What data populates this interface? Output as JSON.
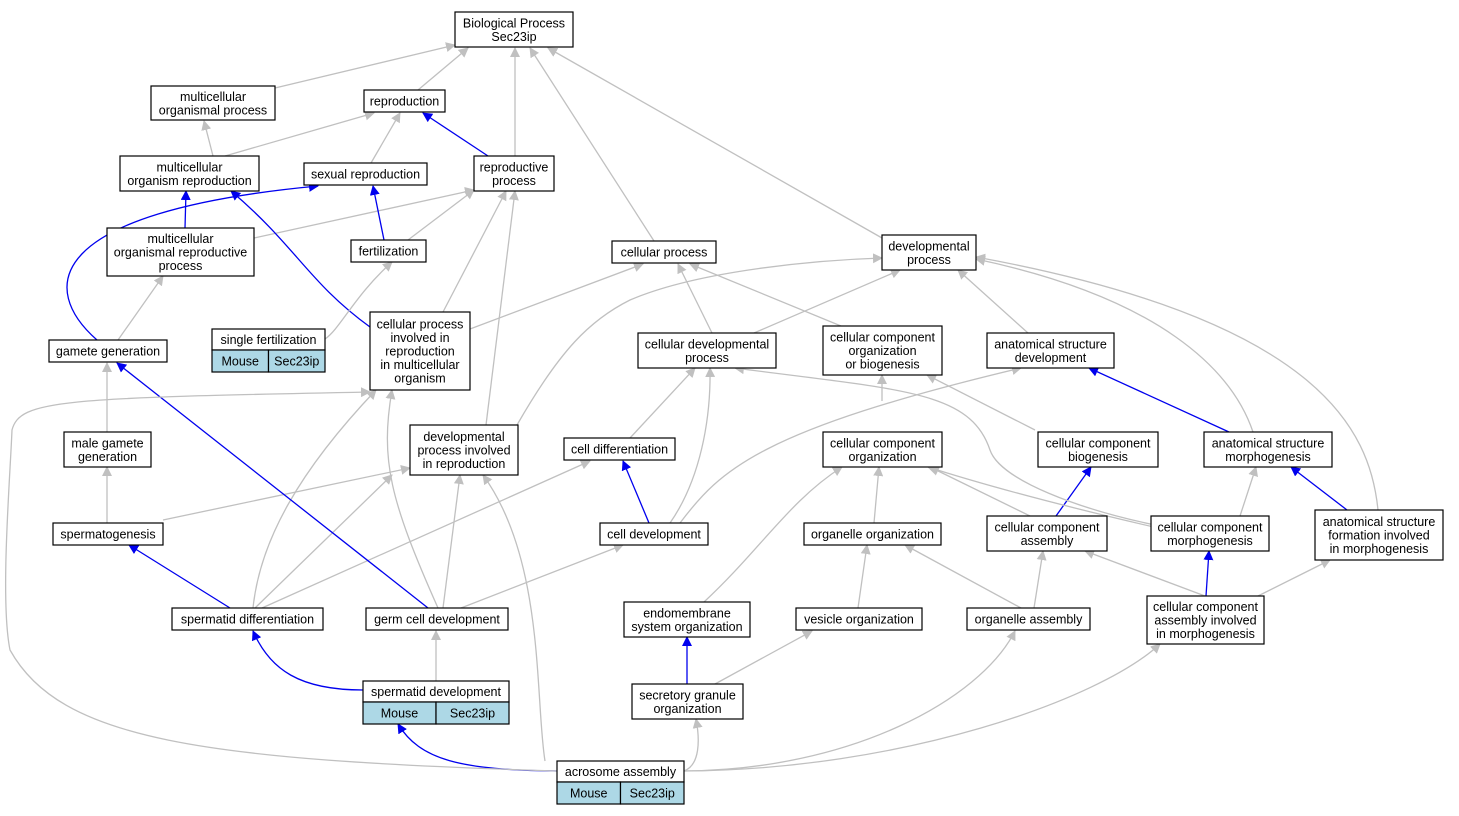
{
  "colors": {
    "is_a_edge": "#c0c0c0",
    "part_of_edge": "#0000ee",
    "node_fill": "#ffffff",
    "annotation_fill": "#add8e6",
    "border": "#000000"
  },
  "nodes": [
    {
      "id": "bp",
      "lines": [
        "Biological Process",
        "Sec23ip"
      ]
    },
    {
      "id": "mop",
      "lines": [
        "multicellular",
        "organismal process"
      ]
    },
    {
      "id": "repro",
      "lines": [
        "reproduction"
      ]
    },
    {
      "id": "mor",
      "lines": [
        "multicellular",
        "organism reproduction"
      ]
    },
    {
      "id": "sexrep",
      "lines": [
        "sexual reproduction"
      ]
    },
    {
      "id": "rp",
      "lines": [
        "reproductive",
        "process"
      ]
    },
    {
      "id": "morp",
      "lines": [
        "multicellular",
        "organismal reproductive",
        "process"
      ]
    },
    {
      "id": "fert",
      "lines": [
        "fertilization"
      ]
    },
    {
      "id": "cp",
      "lines": [
        "cellular process"
      ]
    },
    {
      "id": "dp",
      "lines": [
        "developmental",
        "process"
      ]
    },
    {
      "id": "sfert",
      "lines": [
        "single fertilization"
      ],
      "annotation": [
        "Mouse",
        "Sec23ip"
      ]
    },
    {
      "id": "gg",
      "lines": [
        "gamete generation"
      ]
    },
    {
      "id": "cpir",
      "lines": [
        "cellular process",
        "involved in",
        "reproduction",
        "in multicellular",
        "organism"
      ]
    },
    {
      "id": "cdp",
      "lines": [
        "cellular developmental",
        "process"
      ]
    },
    {
      "id": "ccob",
      "lines": [
        "cellular component",
        "organization",
        "or biogenesis"
      ]
    },
    {
      "id": "asd",
      "lines": [
        "anatomical structure",
        "development"
      ]
    },
    {
      "id": "mgg",
      "lines": [
        "male gamete",
        "generation"
      ]
    },
    {
      "id": "dpir",
      "lines": [
        "developmental",
        "process involved",
        "in reproduction"
      ]
    },
    {
      "id": "cdiff",
      "lines": [
        "cell differentiation"
      ]
    },
    {
      "id": "cco",
      "lines": [
        "cellular component",
        "organization"
      ]
    },
    {
      "id": "ccb",
      "lines": [
        "cellular component",
        "biogenesis"
      ]
    },
    {
      "id": "asm",
      "lines": [
        "anatomical structure",
        "morphogenesis"
      ]
    },
    {
      "id": "sperm",
      "lines": [
        "spermatogenesis"
      ]
    },
    {
      "id": "celldev",
      "lines": [
        "cell development"
      ]
    },
    {
      "id": "orgorg",
      "lines": [
        "organelle organization"
      ]
    },
    {
      "id": "cca",
      "lines": [
        "cellular component",
        "assembly"
      ]
    },
    {
      "id": "ccm",
      "lines": [
        "cellular component",
        "morphogenesis"
      ]
    },
    {
      "id": "asfm",
      "lines": [
        "anatomical structure",
        "formation involved",
        "in morphogenesis"
      ]
    },
    {
      "id": "sdiff",
      "lines": [
        "spermatid differentiation"
      ]
    },
    {
      "id": "gcd",
      "lines": [
        "germ cell development"
      ]
    },
    {
      "id": "eso",
      "lines": [
        "endomembrane",
        "system organization"
      ]
    },
    {
      "id": "vo",
      "lines": [
        "vesicle organization"
      ]
    },
    {
      "id": "oa",
      "lines": [
        "organelle assembly"
      ]
    },
    {
      "id": "ccaim",
      "lines": [
        "cellular component",
        "assembly involved",
        "in morphogenesis"
      ]
    },
    {
      "id": "sdev",
      "lines": [
        "spermatid development"
      ],
      "annotation": [
        "Mouse",
        "Sec23ip"
      ]
    },
    {
      "id": "sgo",
      "lines": [
        "secretory granule",
        "organization"
      ]
    },
    {
      "id": "aa",
      "lines": [
        "acrosome assembly"
      ],
      "annotation": [
        "Mouse",
        "Sec23ip"
      ]
    }
  ]
}
